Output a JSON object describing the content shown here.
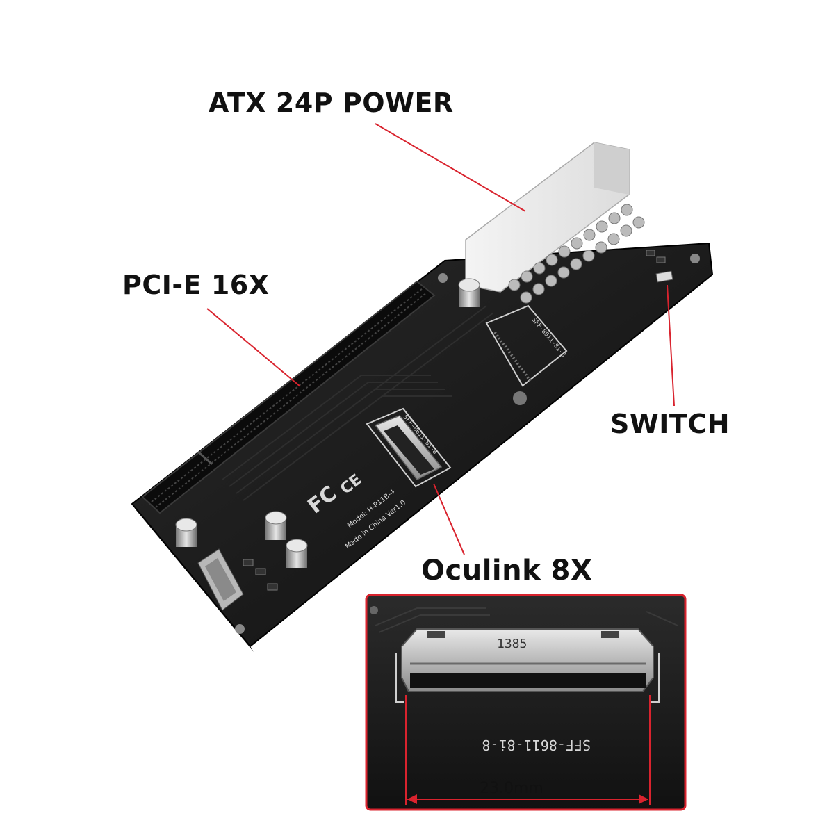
{
  "labels": {
    "atx_power": "ATX 24P POWER",
    "pcie": "PCI-E 16X",
    "switch": "SWITCH",
    "oculink": "Oculink 8X"
  },
  "inset": {
    "dimension": "23.0mm",
    "connector_marking": "1385",
    "silkscreen": "SFF-8611-8i-8"
  },
  "board_silkscreen": {
    "model": "Model: H-P11B-4",
    "made_in": "Made in China  Ver1.0",
    "oculink_ref": "SFF-8611-8i-8",
    "oculink_ref_2": "SFF-8611-8i-8",
    "cert_fc": "FC",
    "cert_ce": "CE"
  },
  "colors": {
    "callout_line": "#d9232e",
    "inset_border": "#d9232e",
    "pcb": "#161616",
    "label_text": "#111111"
  }
}
